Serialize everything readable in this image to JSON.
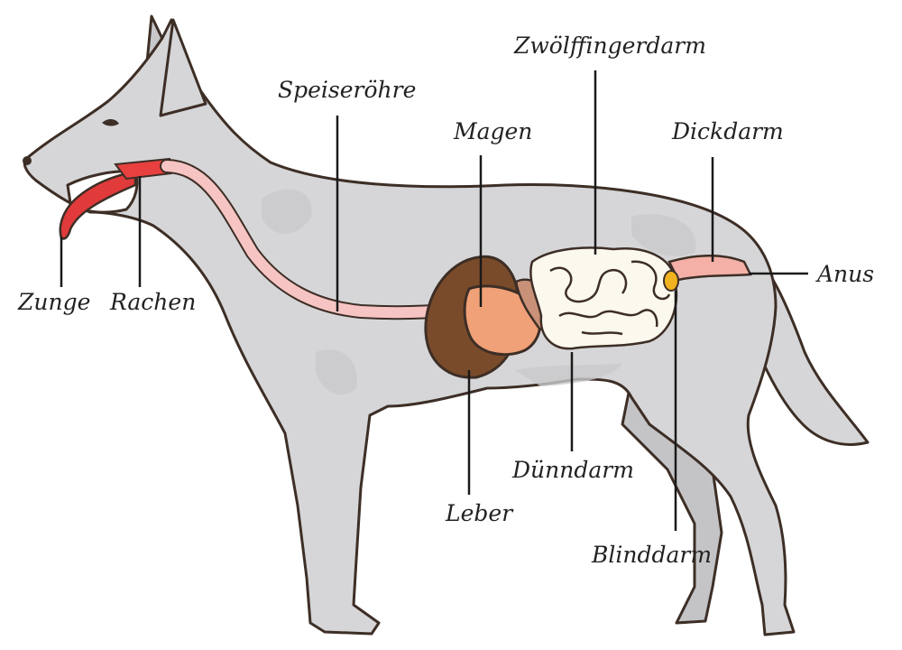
{
  "labels": {
    "zunge": "Zunge",
    "rachen": "Rachen",
    "speiseroehre": "Speiseröhre",
    "magen": "Magen",
    "zwoelffingerdarm": "Zwölffingerdarm",
    "dickdarm": "Dickdarm",
    "anus": "Anus",
    "leber": "Leber",
    "duenndarm": "Dünndarm",
    "blinddarm": "Blinddarm"
  },
  "colors": {
    "body": "#d6d6d8",
    "body_shadow": "#c4c4c7",
    "outline": "#3d2e26",
    "tongue": "#e03a3a",
    "esophagus": "#f7c4c4",
    "liver": "#7a4b2a",
    "stomach": "#f0a178",
    "spleen": "#c99178",
    "intestine": "#fbf8ee",
    "colon": "#f4b0a6",
    "cecum": "#f0b21e"
  }
}
